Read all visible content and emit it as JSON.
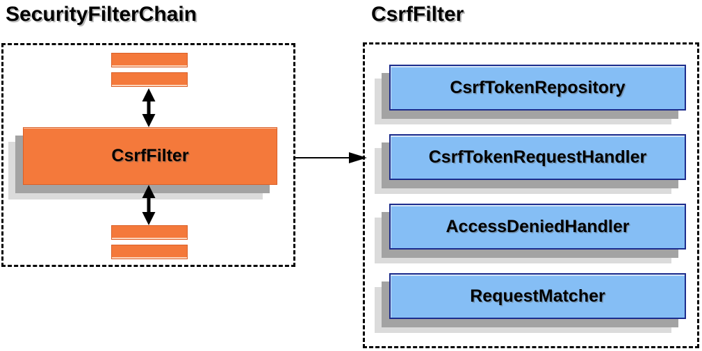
{
  "left_panel": {
    "title": "SecurityFilterChain",
    "csrf_filter_label": "CsrfFilter"
  },
  "right_panel": {
    "title": "CsrfFilter",
    "components": [
      "CsrfTokenRepository",
      "CsrfTokenRequestHandler",
      "AccessDeniedHandler",
      "RequestMatcher"
    ]
  },
  "icons": {
    "vertical_connector": "double-headed-arrow-icon",
    "link_connector": "right-arrow-icon",
    "filter_placeholder": "orange-bar"
  },
  "colors": {
    "orange_fill": "#f4793b",
    "orange_border": "#d95f27",
    "blue_fill": "#85bef5",
    "blue_border": "#1c2c8c",
    "shadow_dark": "#a3a3a3",
    "shadow_light": "#dbdbdb",
    "dashed_border": "#000000",
    "arrow": "#000000",
    "text": "#000000",
    "background": "#ffffff"
  }
}
